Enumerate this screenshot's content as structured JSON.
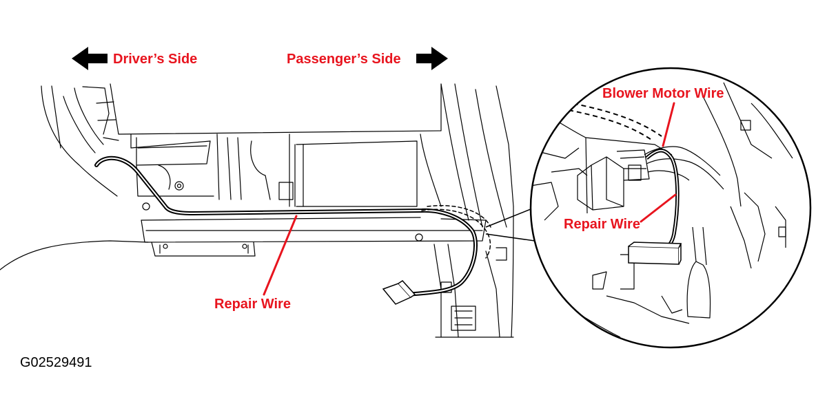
{
  "labels": {
    "drivers_side": "Driver’s Side",
    "passengers_side": "Passenger’s Side",
    "blower_motor_wire": "Blower Motor Wire",
    "repair_wire_inset": "Repair Wire",
    "repair_wire_main": "Repair Wire",
    "figure_id": "G02529491"
  },
  "colors": {
    "label_text": "#e8141e",
    "callout_line": "#e8141e",
    "line_art": "#000000",
    "background": "#ffffff"
  },
  "icons": [
    "arrow-left-icon",
    "arrow-right-icon"
  ]
}
